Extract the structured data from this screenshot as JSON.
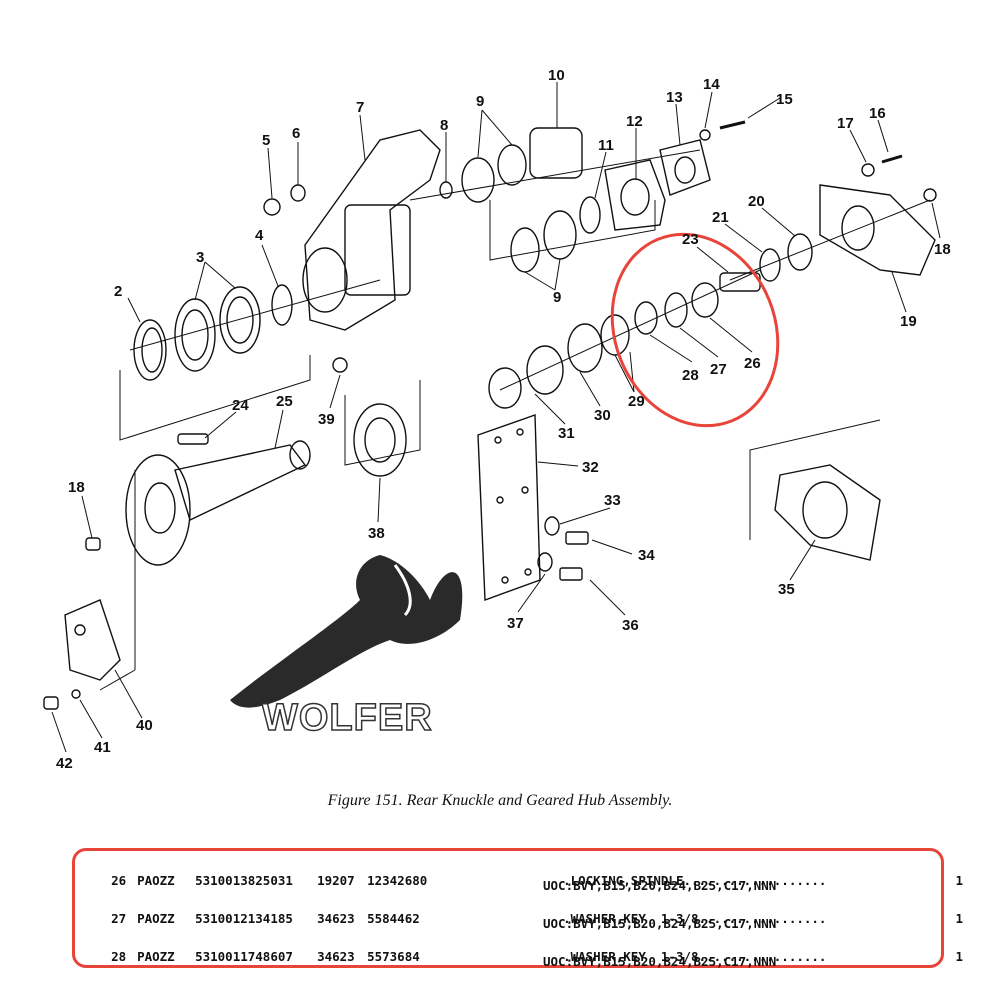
{
  "figure": {
    "caption": "Figure 151.  Rear Knuckle and Geared Hub Assembly.",
    "callouts": [
      "2",
      "3",
      "4",
      "5",
      "6",
      "7",
      "8",
      "9",
      "9",
      "10",
      "11",
      "12",
      "13",
      "14",
      "15",
      "16",
      "17",
      "18",
      "18",
      "19",
      "20",
      "21",
      "23",
      "24",
      "25",
      "26",
      "27",
      "28",
      "29",
      "30",
      "31",
      "32",
      "33",
      "34",
      "35",
      "36",
      "37",
      "38",
      "39",
      "40",
      "41",
      "42"
    ]
  },
  "watermark": {
    "text": "WOLFER"
  },
  "highlight_color": "#e8443a",
  "parts_list": [
    {
      "item": "26",
      "smr": "PAOZZ",
      "nsn": "5310013825031",
      "cage": "19207",
      "part_number": "12342680",
      "description": ".LOCKING,SPINDLE...................",
      "qty": "1",
      "uoc": "UOC:BVY,B15,B20,B24,B25,C17,NNN"
    },
    {
      "item": "27",
      "smr": "PAOZZ",
      "nsn": "5310012134185",
      "cage": "34623",
      "part_number": "5584462",
      "description": ".WASHER,KEY  1-3/8.................",
      "qty": "1",
      "uoc": "UOC:BVY,B15,B20,B24,B25,C17,NNN"
    },
    {
      "item": "28",
      "smr": "PAOZZ",
      "nsn": "5310011748607",
      "cage": "34623",
      "part_number": "5573684",
      "description": ".WASHER,KEY  1-3/8.................",
      "qty": "1",
      "uoc": "UOC:BVY,B15,B20,B24,B25,C17,NNN"
    }
  ]
}
